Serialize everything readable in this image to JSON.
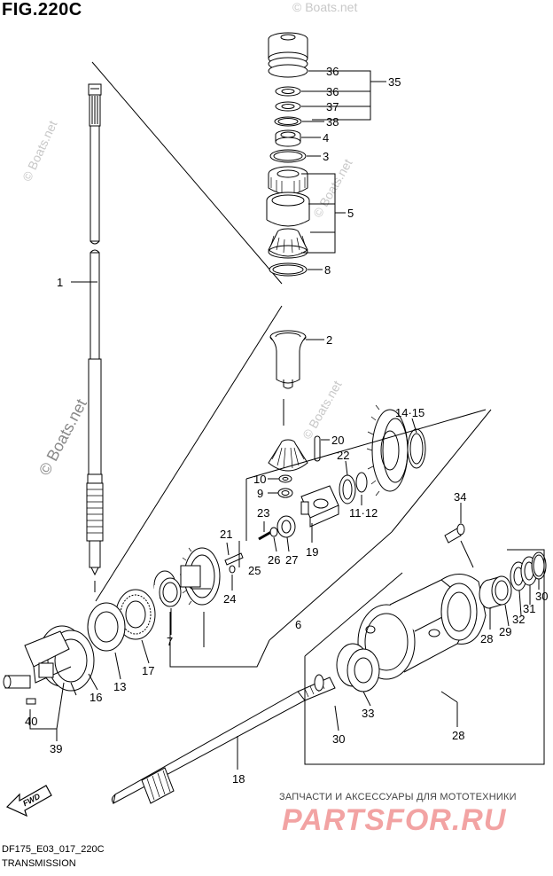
{
  "figure": {
    "title": "FIG.220C",
    "model_code": "DF175_E03_017_220C",
    "section": "TRANSMISSION",
    "direction_arrow": "FWD"
  },
  "watermarks": [
    "© Boats.net",
    "© Boats.net",
    "© Boats.net",
    "© Boats.net",
    "© Boats.net"
  ],
  "promo": {
    "tagline": "ЗАПЧАСТИ И АКСЕССУАРЫ ДЛЯ МОТОТЕХНИКИ",
    "brand": "PARTSFOR.RU"
  },
  "callouts": [
    "1",
    "2",
    "3",
    "4",
    "5",
    "6",
    "7",
    "8",
    "9",
    "10",
    "11·12",
    "13",
    "14·15",
    "16",
    "17",
    "18",
    "19",
    "20",
    "21",
    "22",
    "23",
    "24",
    "25",
    "26",
    "27",
    "28",
    "28",
    "29",
    "30",
    "30",
    "31",
    "32",
    "33",
    "34",
    "35",
    "36",
    "36",
    "37",
    "38",
    "39",
    "40"
  ]
}
